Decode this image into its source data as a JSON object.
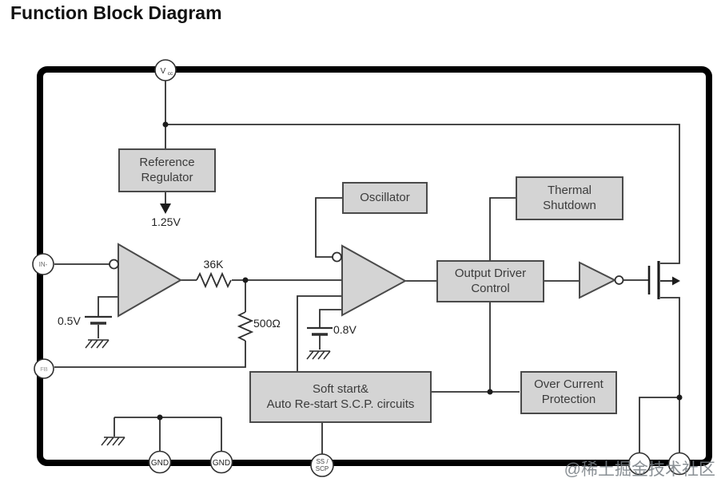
{
  "title": "Function Block Diagram",
  "blocks": {
    "reference_regulator": {
      "lines": [
        "Reference",
        "Regulator"
      ]
    },
    "oscillator": {
      "lines": [
        "Oscillator"
      ]
    },
    "thermal_shutdown": {
      "lines": [
        "Thermal",
        "Shutdown"
      ]
    },
    "output_driver_control": {
      "lines": [
        "Output Driver",
        "Control"
      ]
    },
    "over_current_protection": {
      "lines": [
        "Over Current",
        "Protection"
      ]
    },
    "soft_start": {
      "lines": [
        "Soft start&",
        "Auto Re-start S.C.P. circuits"
      ]
    }
  },
  "pins": {
    "vcc": {
      "main": "V",
      "sub": "cc"
    },
    "in_minus": "IN-",
    "fb": "FB",
    "gnd1": "GND",
    "gnd2": "GND",
    "ss_scp": {
      "line1": "SS /",
      "line2": "SCP"
    }
  },
  "labels": {
    "ref_voltage": "1.25V",
    "comp_threshold": "0.5V",
    "resistor_series": "36K",
    "resistor_shunt": "500Ω",
    "pwm_threshold": "0.8V"
  },
  "watermark": "@稀土掘金技术社区",
  "colors": {
    "block_fill": "#d4d4d4",
    "block_border": "#4a4a4a",
    "wire": "#2f2f2f",
    "outline": "#000000",
    "watermark": "#767c82"
  }
}
